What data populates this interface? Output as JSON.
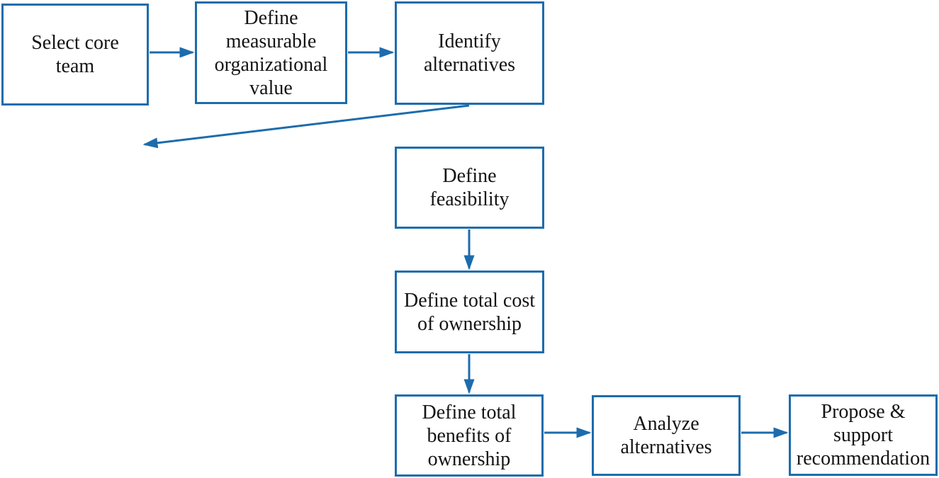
{
  "diagram": {
    "type": "flowchart",
    "title": "",
    "colors": {
      "accent": "#1c6cad",
      "text": "#141414",
      "background": "#ffffff",
      "box_fill": "#ffffff"
    },
    "nodes": [
      {
        "id": "select-core-team",
        "label": "Select core\nteam"
      },
      {
        "id": "define-mov",
        "label": "Define\nmeasurable\norganizational\nvalue"
      },
      {
        "id": "identify-alternatives",
        "label": "Identify\nalternatives"
      },
      {
        "id": "define-feasibility",
        "label": "Define\nfeasibility"
      },
      {
        "id": "define-total-cost",
        "label": "Define total cost\nof ownership"
      },
      {
        "id": "define-total-benefits",
        "label": "Define total\nbenefits of\nownership"
      },
      {
        "id": "analyze-alternatives",
        "label": "Analyze\nalternatives"
      },
      {
        "id": "propose-support",
        "label": "Propose &\nsupport\nrecommendation"
      }
    ],
    "edges": [
      {
        "from": "select-core-team",
        "to": "define-mov"
      },
      {
        "from": "define-mov",
        "to": "identify-alternatives"
      },
      {
        "from": "identify-alternatives",
        "to": "define-feasibility"
      },
      {
        "from": "define-feasibility",
        "to": "define-total-cost"
      },
      {
        "from": "define-total-cost",
        "to": "define-total-benefits"
      },
      {
        "from": "define-total-benefits",
        "to": "analyze-alternatives"
      },
      {
        "from": "analyze-alternatives",
        "to": "propose-support"
      }
    ]
  }
}
